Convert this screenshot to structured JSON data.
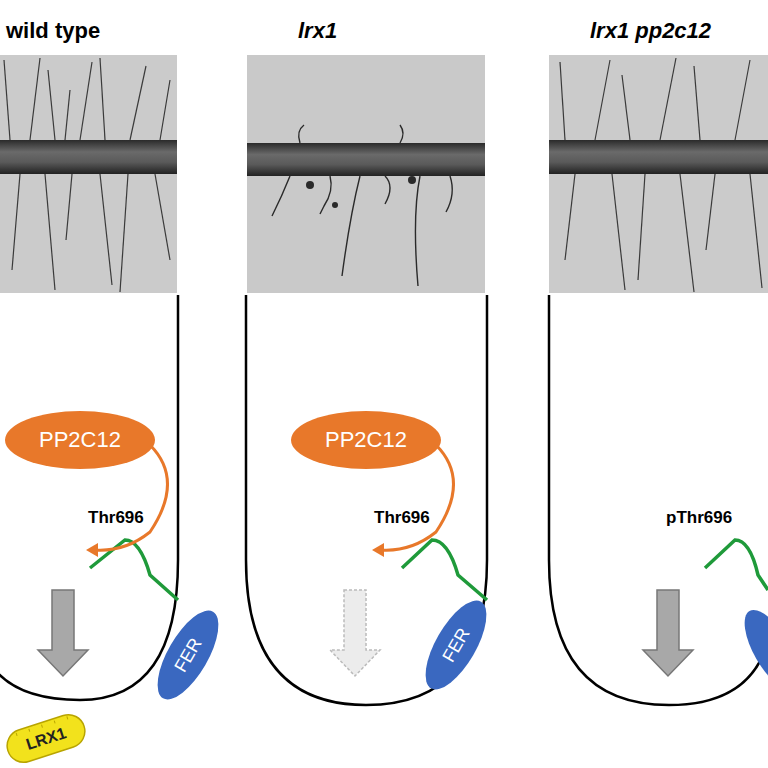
{
  "diagram": {
    "nodes": [
      {
        "text": [
          "PP2C12"
        ]
      },
      {
        "text": [
          "FER"
        ]
      },
      {
        "text": [
          "LRX1"
        ]
      },
      {
        "text": [
          "PP2C12"
        ]
      },
      {
        "text": [
          "FER"
        ]
      }
    ],
    "labels": [
      "wild type",
      "lrx1",
      "lrx1 pp2c12",
      "Thr696",
      "Thr696",
      "pThr696"
    ]
  }
}
